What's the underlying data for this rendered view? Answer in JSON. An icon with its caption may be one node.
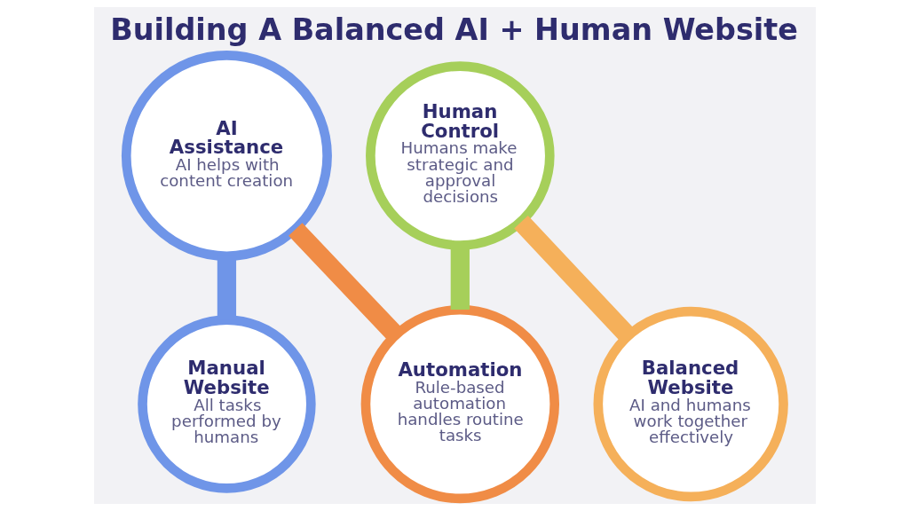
{
  "diagram": {
    "title": "Building A Balanced AI + Human Website",
    "nodes": [
      {
        "text": [
          "Manual Website",
          "All tasks performed by humans"
        ]
      },
      {
        "text": [
          "AI Assistance",
          "AI helps with content creation"
        ]
      },
      {
        "text": [
          "Automation",
          "Rule-based automation handles routine tasks"
        ]
      },
      {
        "text": [
          "Human Control",
          "Humans make strategic and approval decisions"
        ]
      },
      {
        "text": [
          "Balanced Website",
          "AI and humans work together effectively"
        ]
      }
    ],
    "edges": [
      {
        "from": 0,
        "to": 1,
        "arrow": "none",
        "color": "#6f95e8"
      },
      {
        "from": 1,
        "to": 2,
        "arrow": "none",
        "color": "#f08c46"
      },
      {
        "from": 2,
        "to": 3,
        "arrow": "none",
        "color": "#a6cf5a"
      },
      {
        "from": 3,
        "to": 4,
        "arrow": "none",
        "color": "#f5b05a"
      }
    ]
  }
}
